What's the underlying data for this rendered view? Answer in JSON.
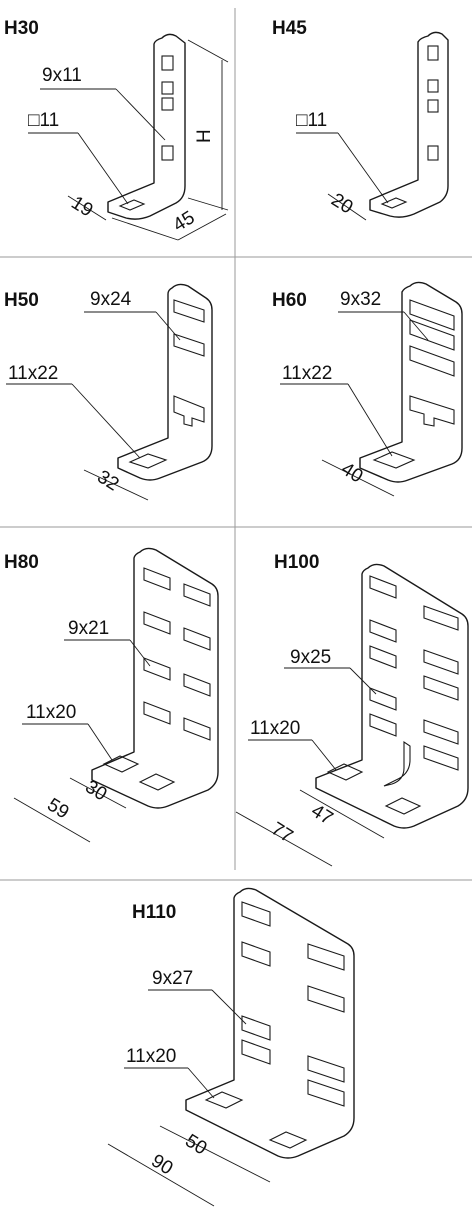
{
  "panels": [
    {
      "id": "h30",
      "title": "H30",
      "slot": "9x11",
      "hole": "□11",
      "dims": [
        "19",
        "45"
      ],
      "height_label": "H"
    },
    {
      "id": "h45",
      "title": "H45",
      "hole": "□11",
      "dims": [
        "20"
      ]
    },
    {
      "id": "h50",
      "title": "H50",
      "slot": "9x24",
      "hole": "11x22",
      "dims": [
        "32"
      ]
    },
    {
      "id": "h60",
      "title": "H60",
      "slot": "9x32",
      "hole": "11x22",
      "dims": [
        "40"
      ]
    },
    {
      "id": "h80",
      "title": "H80",
      "slot": "9x21",
      "hole": "11x20",
      "dims": [
        "30",
        "59"
      ]
    },
    {
      "id": "h100",
      "title": "H100",
      "slot": "9x25",
      "hole": "11x20",
      "dims": [
        "47",
        "77"
      ]
    },
    {
      "id": "h110",
      "title": "H110",
      "slot": "9x27",
      "hole": "11x20",
      "dims": [
        "50",
        "90"
      ]
    }
  ],
  "colors": {
    "line": "#1a1a1a",
    "grid": "#9a9a9a",
    "background": "#ffffff"
  }
}
